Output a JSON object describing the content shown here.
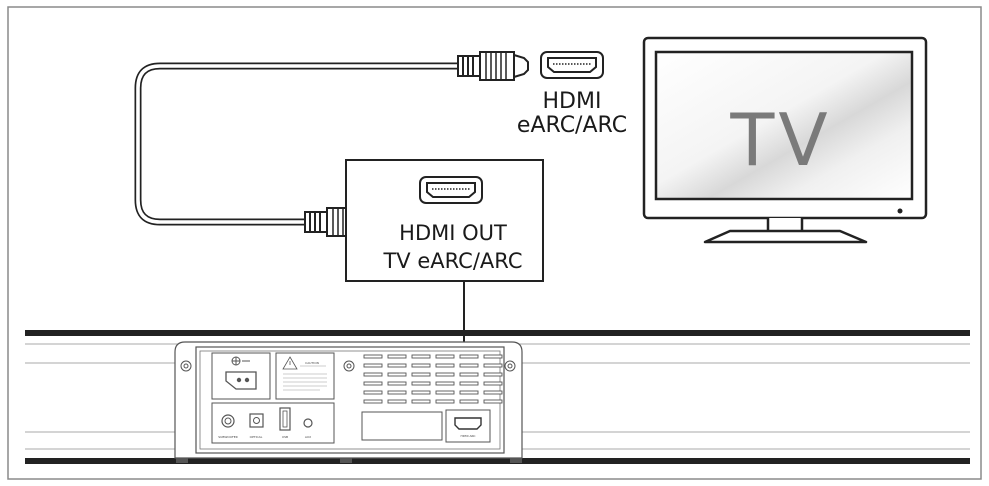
{
  "tv": {
    "screen_text": "TV",
    "port_label_line1": "HDMI",
    "port_label_line2": "eARC/ARC"
  },
  "soundbar": {
    "callout_line1": "HDMI OUT",
    "callout_line2": "TV eARC/ARC",
    "panel_labels": {
      "caution": "CAUTION",
      "subwoofer": "SUBWOOFER",
      "optical": "OPTICAL",
      "usb": "USB",
      "aux": "AUX",
      "hdmi_arc": "HDMI ARC"
    }
  },
  "colors": {
    "line": "#222222",
    "frame": "#888888",
    "panel_line": "#555555",
    "tv_text": "#7a7a7a"
  }
}
